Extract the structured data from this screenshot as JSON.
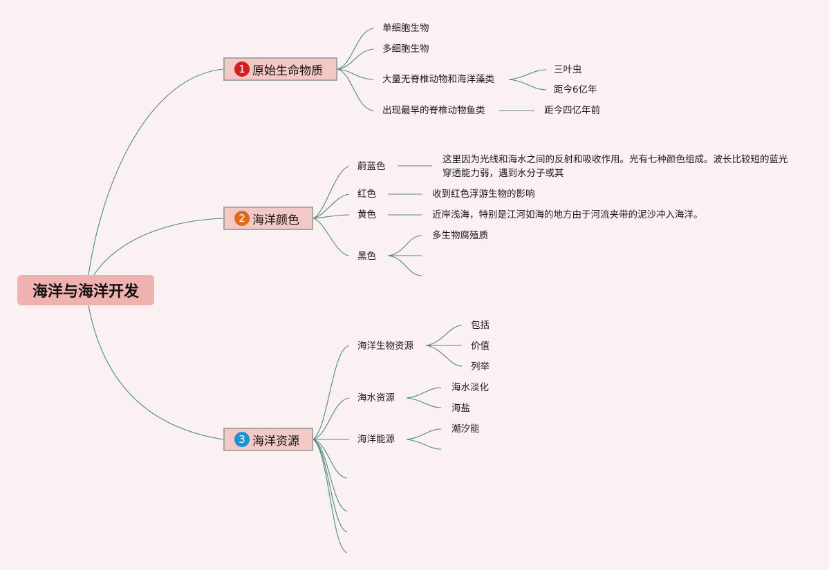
{
  "root": {
    "title": "海洋与海洋开发"
  },
  "topics": [
    {
      "number": "1",
      "badge_color": "#d61d1d",
      "label": "原始生命物质",
      "children": [
        "单细胞生物",
        "多细胞生物",
        "大量无脊椎动物和海洋藻类",
        "出现最早的脊椎动物鱼类"
      ],
      "grandchildren": {
        "invertebrates": [
          "三叶虫",
          "距今6亿年"
        ],
        "fish": [
          "距今四亿年前"
        ]
      }
    },
    {
      "number": "2",
      "badge_color": "#e06a1b",
      "label": "海洋颜色",
      "children": [
        "蔚蓝色",
        "红色",
        "黄色",
        "黑色"
      ],
      "grandchildren": {
        "blue": "这里因为光线和海水之间的反射和吸收作用。光有七种颜色组成。波长比较短的蓝光穿透能力弱，遇到水分子或其",
        "red": "收到红色浮游生物的影响",
        "yellow": "近岸浅海，特别是江河如海的地方由于河流夹带的泥沙冲入海洋。",
        "black": [
          "多生物腐殖质"
        ]
      }
    },
    {
      "number": "3",
      "badge_color": "#1e90d6",
      "label": "海洋资源",
      "children": [
        "海洋生物资源",
        "海水资源",
        "海洋能源"
      ],
      "grandchildren": {
        "bio": [
          "包括",
          "价值",
          "列举"
        ],
        "water": [
          "海水淡化",
          "海盐"
        ],
        "energy": [
          "潮汐能"
        ]
      }
    }
  ]
}
